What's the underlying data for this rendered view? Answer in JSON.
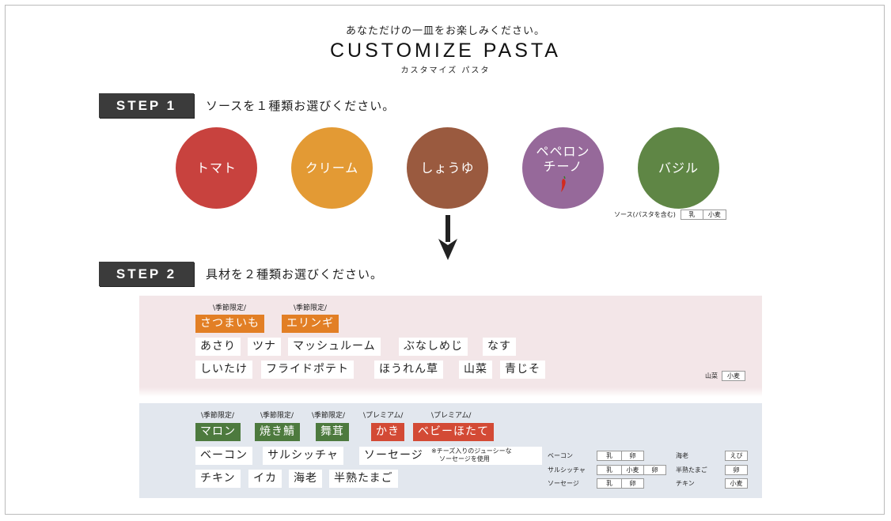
{
  "header": {
    "tagline": "あなただけの一皿をお楽しみください。",
    "title": "CUSTOMIZE PASTA",
    "subtitle": "カスタマイズ パスタ"
  },
  "step1": {
    "badge": "STEP 1",
    "instruction": "ソースを１種類お選びください。",
    "sauces": [
      {
        "label": "トマト",
        "color": "#c8423e"
      },
      {
        "label": "クリーム",
        "color": "#e39a34"
      },
      {
        "label": "しょうゆ",
        "color": "#9a5a3f"
      },
      {
        "label_line1": "ペペロン",
        "label_line2": "チーノ",
        "color": "#96699a",
        "icon": "chili-pepper-icon"
      },
      {
        "label": "バジル",
        "color": "#5f8645"
      }
    ],
    "sauce_allergy": {
      "label": "ソース(パスタを含む)",
      "items": [
        "乳",
        "小麦"
      ]
    }
  },
  "arrow_icon": "down-arrow-icon",
  "step2": {
    "badge": "STEP 2",
    "instruction": "具材を２種類お選びください。",
    "group1": {
      "seasonal_tags": [
        "\\季節限定/",
        "\\季節限定/"
      ],
      "seasonal_items": [
        "さつまいも",
        "エリンギ"
      ],
      "row1": [
        "あさり",
        "ツナ",
        "マッシュルーム",
        "ぶなしめじ",
        "なす"
      ],
      "row2": [
        "しいたけ",
        "フライドポテト",
        "ほうれん草",
        "山菜",
        "青じそ"
      ],
      "allergy": {
        "label": "山菜",
        "items": [
          "小麦"
        ]
      }
    },
    "group2": {
      "tags": [
        "\\季節限定/",
        "\\季節限定/",
        "\\季節限定/",
        "\\プレミアム/",
        "\\プレミアム/"
      ],
      "seasonal_items": [
        "マロン",
        "焼き鯖",
        "舞茸"
      ],
      "premium_items": [
        "かき",
        "ベビーほたて"
      ],
      "row1": [
        "ベーコン",
        "サルシッチャ",
        "ソーセージ"
      ],
      "sausage_note_line1": "※チーズ入りのジューシーな",
      "sausage_note_line2": "ソーセージを使用",
      "row2": [
        "チキン",
        "イカ",
        "海老",
        "半熟たまご"
      ],
      "allergy_left": [
        {
          "label": "ベーコン",
          "items": [
            "乳",
            "卵"
          ]
        },
        {
          "label": "サルシッチャ",
          "items": [
            "乳",
            "小麦",
            "卵"
          ]
        },
        {
          "label": "ソーセージ",
          "items": [
            "乳",
            "卵"
          ]
        }
      ],
      "allergy_right": [
        {
          "label": "海老",
          "items": [
            "えび"
          ]
        },
        {
          "label": "半熟たまご",
          "items": [
            "卵"
          ]
        },
        {
          "label": "チキン",
          "items": [
            "小麦"
          ]
        }
      ]
    }
  }
}
